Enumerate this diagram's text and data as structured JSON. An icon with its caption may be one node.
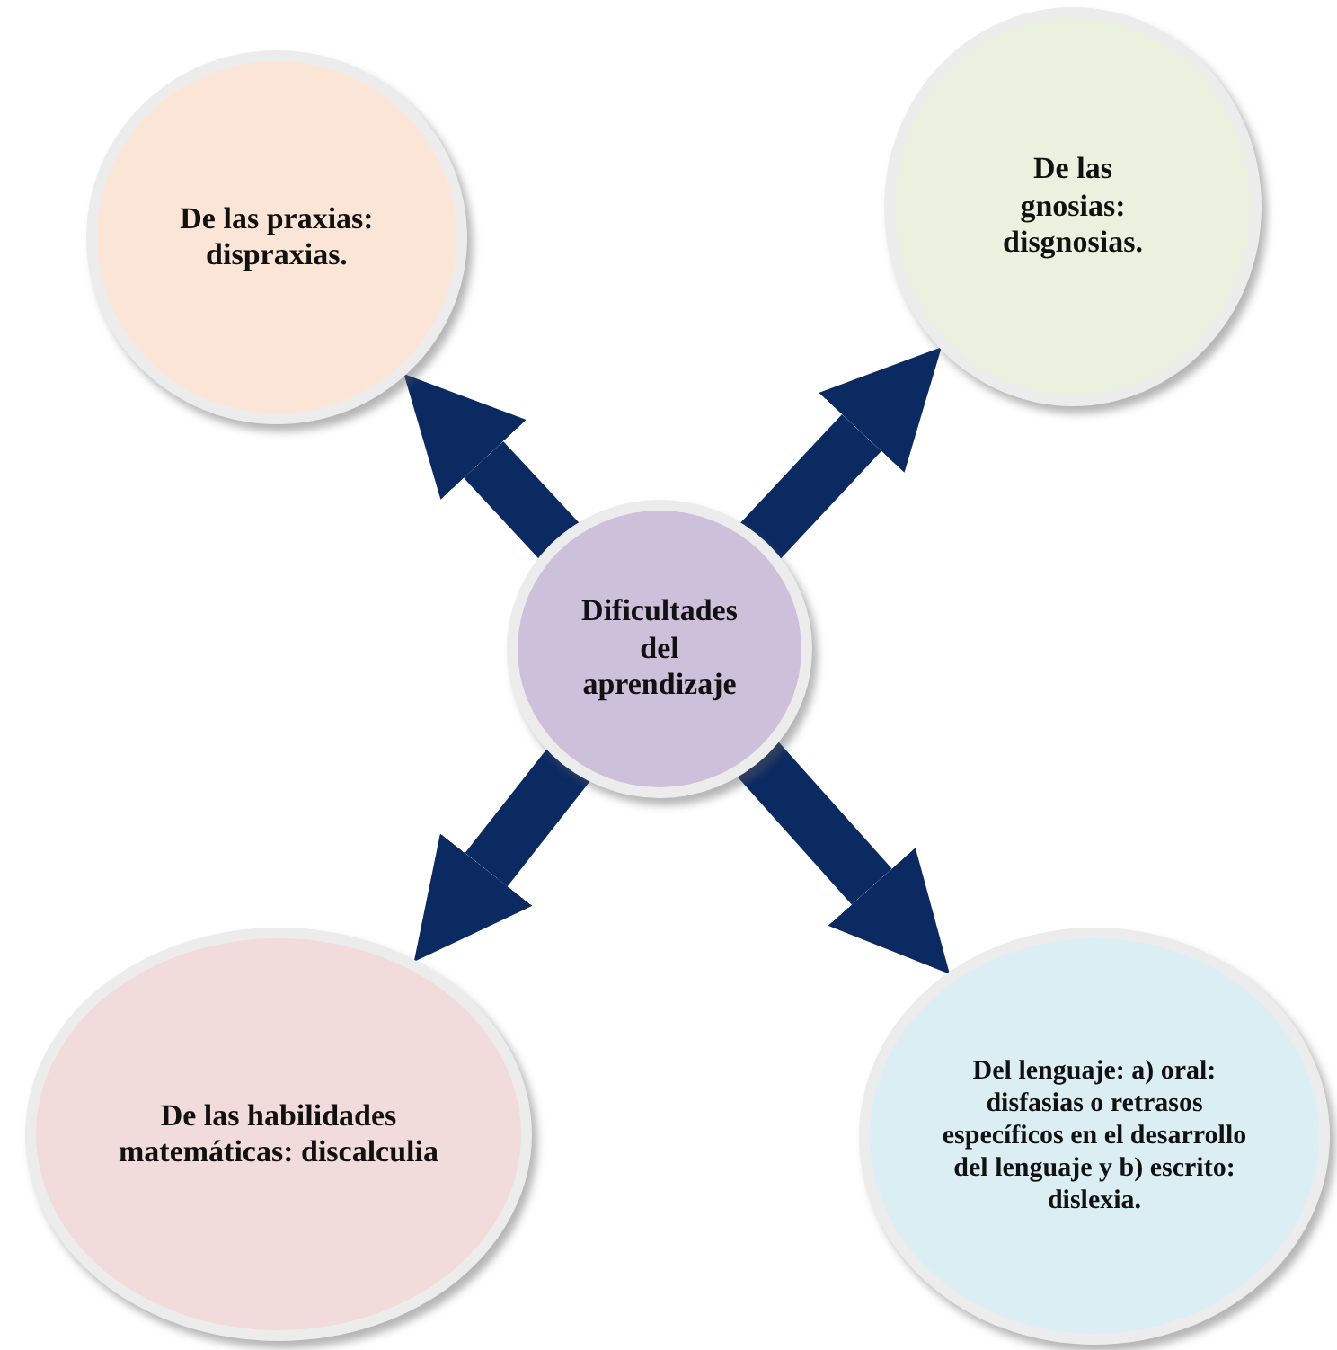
{
  "diagram": {
    "nodes": [
      {
        "text": [
          "De las praxias: dispraxias."
        ]
      },
      {
        "text": [
          "De las gnosias: disgnosias."
        ]
      },
      {
        "text": [
          "Dificultades del aprendizaje"
        ]
      },
      {
        "text": [
          "De las habilidades matemáticas: discalculia"
        ]
      },
      {
        "text": [
          "Del lenguaje: a) oral: disfasias o retrasos específicos en el desarrollo del lenguaje y b) escrito: dislexia."
        ]
      }
    ],
    "edges": [
      {
        "from": 2,
        "to": 0,
        "arrow": "to"
      },
      {
        "from": 2,
        "to": 1,
        "arrow": "to"
      },
      {
        "from": 2,
        "to": 3,
        "arrow": "to"
      },
      {
        "from": 2,
        "to": 4,
        "arrow": "to"
      }
    ]
  }
}
